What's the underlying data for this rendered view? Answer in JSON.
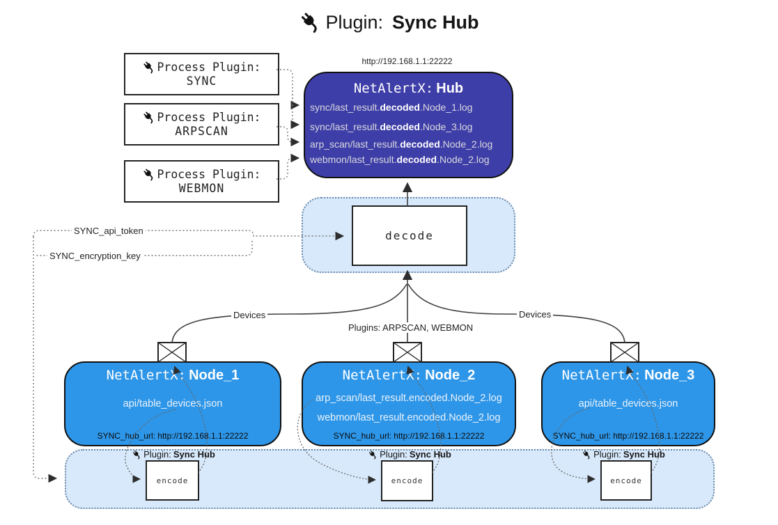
{
  "colors": {
    "hub_fill": "#3e3ea8",
    "node_fill": "#2e96e8",
    "group_fill": "#d8e9fb",
    "group_border": "#6b89a8"
  },
  "title": {
    "prefix": "Plugin:",
    "name": "Sync Hub"
  },
  "hub": {
    "url": "http://192.168.1.1:22222",
    "name_prefix": "NetAlertX:",
    "name": "Hub",
    "files": [
      {
        "pre": "sync/last_result.",
        "bold": "decoded",
        "post": ".Node_1.log"
      },
      {
        "pre": "sync/last_result.",
        "bold": "decoded",
        "post": ".Node_3.log"
      },
      {
        "pre": "arp_scan/last_result.",
        "bold": "decoded",
        "post": ".Node_2.log"
      },
      {
        "pre": "webmon/last_result.",
        "bold": "decoded",
        "post": ".Node_2.log"
      }
    ]
  },
  "process_plugins": [
    {
      "label": "Process Plugin:",
      "name": "SYNC"
    },
    {
      "label": "Process Plugin:",
      "name": "ARPSCAN"
    },
    {
      "label": "Process Plugin:",
      "name": "WEBMON"
    }
  ],
  "settings": {
    "api_token": "SYNC_api_token",
    "encryption_key": "SYNC_encryption_key"
  },
  "decode_label": "decode",
  "edge_labels": {
    "devices_left": "Devices",
    "devices_right": "Devices",
    "plugins": "Plugins: ARPSCAN, WEBMON"
  },
  "nodes": [
    {
      "name_prefix": "NetAlertX:",
      "name": "Node_1",
      "files": [
        "api/table_devices.json"
      ],
      "hub_url": "SYNC_hub_url: http://192.168.1.1:22222"
    },
    {
      "name_prefix": "NetAlertX:",
      "name": "Node_2",
      "files": [
        "arp_scan/last_result.encoded.Node_2.log",
        "webmon/last_result.encoded.Node_2.log"
      ],
      "hub_url": "SYNC_hub_url: http://192.168.1.1:22222"
    },
    {
      "name_prefix": "NetAlertX:",
      "name": "Node_3",
      "files": [
        "api/table_devices.json"
      ],
      "hub_url": "SYNC_hub_url: http://192.168.1.1:22222"
    }
  ],
  "encoders": [
    {
      "label": "Plugin:",
      "name": "Sync Hub",
      "box": "encode"
    },
    {
      "label": "Plugin:",
      "name": "Sync Hub",
      "box": "encode"
    },
    {
      "label": "Plugin:",
      "name": "Sync Hub",
      "box": "encode"
    }
  ]
}
